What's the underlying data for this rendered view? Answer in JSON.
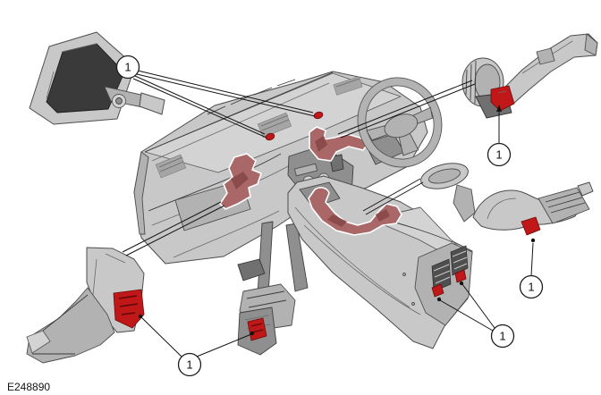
{
  "figure": {
    "reference_code": "E248890",
    "callouts": [
      {
        "id": "top-left",
        "label": "1"
      },
      {
        "id": "top-right",
        "label": "1"
      },
      {
        "id": "mid-right",
        "label": "1"
      },
      {
        "id": "bottom-right",
        "label": "1"
      },
      {
        "id": "bottom-center",
        "label": "1"
      }
    ],
    "colors": {
      "highlight_clip_red": "#c01818",
      "highlight_duct_red": "#aa6767",
      "part_gray": "#c8c8c8",
      "line_black": "#141414",
      "background": "#ffffff"
    }
  }
}
